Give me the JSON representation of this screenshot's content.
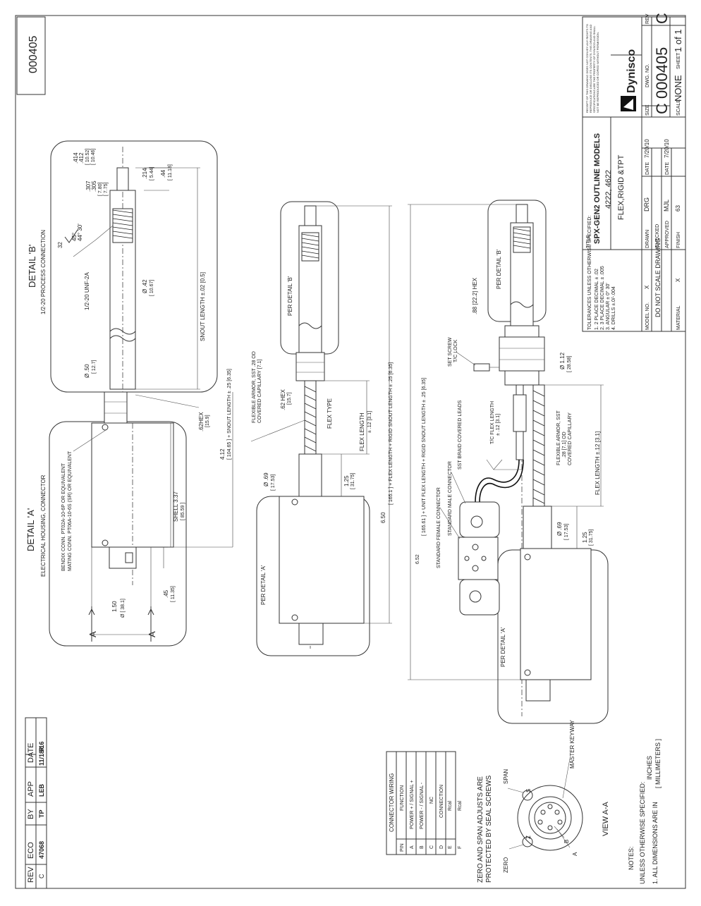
{
  "drawing_number": "000405",
  "revision_block": {
    "headers": [
      "REV",
      "ECO",
      "BY",
      "APP",
      "DATE"
    ],
    "row": [
      "C",
      "47068",
      "TP",
      "LEB",
      "11/18/16"
    ],
    "flag": "R"
  },
  "detail_b": {
    "title": "DETAIL 'B'",
    "subtitle": "1/2-20 PROCESS CONNECTION",
    "thread": "1/2-20 UNF-2A",
    "dims": {
      "d414": ".414",
      "d412": ".412",
      "mm1052": "[ 10.52]",
      "mm1046": "[ 10.46]",
      "d307": ".307",
      "d305": ".305",
      "mm780": "[ 7.80]",
      "mm775": "[ 7.75]",
      "d214": ".214",
      "mm544": "[ 5.44]",
      "d44": ".44",
      "mm1118": "[ 11.18]",
      "ang1": "45°",
      "ang2": "44° 30'",
      "surf": "32",
      "d42": "Ø .42",
      "mm1067": "[ 10.67]",
      "d50": "Ø .50",
      "mm127": "[ 12.7]",
      "snout": "SNOUT LENGTH ±.02 [0.5]",
      "hex": ".62HEX",
      "hexmm": "[15.9]"
    }
  },
  "detail_a": {
    "title": "DETAIL 'A'",
    "subtitle": "ELECTRICAL HOUSING, CONNECTOR",
    "conn1": "BENDIX CONN. PT02A-10-6P OR EQUIVALENT",
    "conn2": "MATING CONN. PT06A-10-6S (SR) OR EQUIVALENT",
    "shell": "SHELL 3.37",
    "shellmm": "[ 85.59 ]",
    "d150": "1.50",
    "mm381": "Ø [ 38.1]",
    "d45": ".45",
    "mm1135": "[ 11.35]",
    "overall": "4.12",
    "overallmm": "[ 104.65 ] + SNOUT LENGTH ± .25 [6.35]",
    "sec_a": "A"
  },
  "flex_model": {
    "armor1": "FLEXIBLE ARMOR, SST .28 OD",
    "armor2": "COVERED CAPILLARY [7.1]",
    "hex": ".62 HEX",
    "hexmm": "[15.7]",
    "flex_type": "FLEX TYPE",
    "flex_len": "FLEX LENGTH",
    "flex_tol": "± .12 [3.1]",
    "d69": "Ø .69",
    "mm1753": "[ 17.53]",
    "d125": "1.25",
    "mm3175": "[ 31.75]",
    "per_a": "PER DETAIL 'A'",
    "per_b": "PER DETAIL 'B'",
    "d650": "6.50",
    "d650txt": "[ 165.1 ] + FLEX LENGTH + RIGID SNOUT LENGTH ± .25 [6.35]"
  },
  "tpt_model": {
    "d652": "6.52",
    "d652txt": "[ 165.61 ] + UNIT FLEX LENGTH + RIGID SNOUT LENGTH ± .25 [6.35]",
    "female": "STANDARD FEMALE CONNECTOR",
    "male": "STANDARD MALE CONNECTOR",
    "braid": "SST BRAID COVERED LEADS",
    "tc_flex": "T/C FLEX LENGTH",
    "tc_tol": "± .12 [3.1]",
    "setscrew": "SET SCREW",
    "tclock": "T/C LOCK",
    "hex": ".88 [22.2] HEX",
    "d112": "Ø 1.12",
    "mm2858": "[ 28.58]",
    "armor1": "FLEXIBLE ARMOR, SST",
    "armor2": ".28 [7.1] OD",
    "armor3": "COVERED CAPILLARY",
    "flex_len": "FLEX LENGTH ±.12 [3.1]",
    "d69": "Ø .69",
    "mm1753": "[ 17.53]",
    "d125": "1.25",
    "mm3175": "[ 31.75]",
    "per_a": "PER DETAIL 'A'",
    "per_b": "PER DETAIL 'B'"
  },
  "wiring": {
    "title": "CONNECTOR WIRING",
    "headers": [
      "PIN",
      "FUNCTION"
    ],
    "rows": [
      [
        "A",
        "POWER + / SIGNAL +"
      ],
      [
        "B",
        "POWER - / SIGNAL -"
      ],
      [
        "C",
        "NC"
      ],
      [
        "D",
        "CONNECTION"
      ],
      [
        "E",
        "Rcal"
      ],
      [
        "F",
        "Rcal"
      ]
    ]
  },
  "view_aa": {
    "title": "VIEW A-A",
    "zero": "ZERO",
    "span": "SPAN",
    "master": "MASTER KEYWAY",
    "lbl_a": "A",
    "lbl_b": "B",
    "lbl_s": "S",
    "lbl_z": "Z",
    "note": "ZERO AND SPAN ADJUSTS ARE PROTECTED BY SEAL SCREWS"
  },
  "notes": {
    "title": "NOTES:",
    "line1": "UNLESS OTHERWISE SPECIFIED:",
    "line2": "1. ALL DIMENSIONS ARE IN",
    "inches": "INCHES",
    "mm": "[ MILLIMETERS ]"
  },
  "title_block": {
    "title_lbl": "TITLE",
    "title1": "SPX-GEN2 OUTLINE MODELS",
    "title2": "4222, 4622",
    "title3": "FLEX,RIGID &TPT",
    "drawn_lbl": "DRAWN",
    "drawn": "DRG",
    "checked_lbl": "CHECKED",
    "approved_lbl": "APPROVED",
    "approved": "MJL",
    "finish_lbl": "FINISH",
    "finish": "63",
    "date_lbl": "DATE",
    "date1": "7/20/10",
    "date2": "7/20/10",
    "tol_header": "TOLERANCES UNLESS OTHERWISE SPECIFIED:",
    "tol_lines": [
      "1. 2 PLACE DECIMAL ± .02",
      "2. 3 PLACE DECIMAL ± .005",
      "3. ANGULAR ± 0° 30'",
      "4. DRILLS ±.0/-.004"
    ],
    "model_lbl": "MODEL NO.",
    "model": "X",
    "dnsd": "DO NOT SCALE DRAWING",
    "material_lbl": "MATERIAL",
    "material": "X",
    "company": "Dynisco",
    "size_lbl": "SIZE",
    "size": "C",
    "dwg_lbl": "DWG. NO.",
    "dwg": "000405",
    "rev_lbl": "REV",
    "rev": "C",
    "scale_lbl": "SCALE",
    "scale": "NONE",
    "sheet_lbl": "SHEET",
    "sheet": "1 of 1",
    "proprietary": "RECEIPT OF THIS DRAWING DOES NOT CONVEY ANY RIGHTS TO REPRODUCE OR DISCLOSE ITS CONTENTS. THIS DRAWING AND SPECIFICATIONS ARE THE PROPERTY OF DYNISCO AND SHALL NOT BE REPRODUCED OR COPIED WITHOUT PERMISSION."
  }
}
